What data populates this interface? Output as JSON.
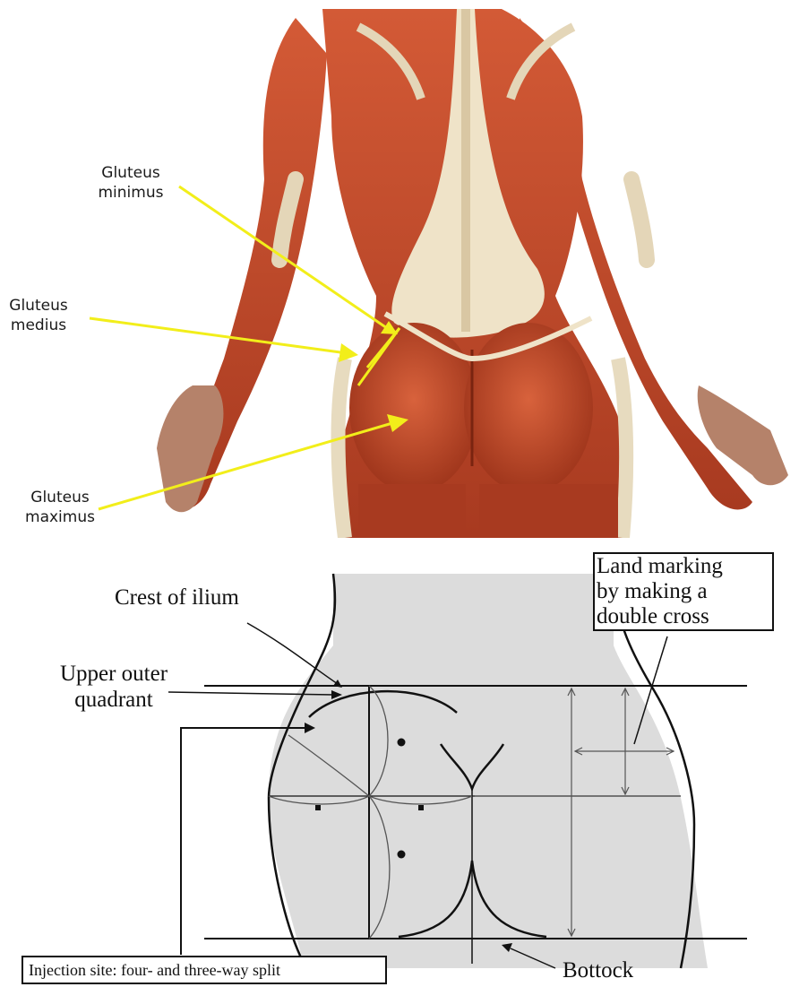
{
  "anatomy": {
    "labels": {
      "gluteus_minimus": [
        "Gluteus",
        "minimus"
      ],
      "gluteus_medius": [
        "Gluteus",
        "medius"
      ],
      "gluteus_maximus": [
        "Gluteus",
        "maximus"
      ]
    },
    "arrow_color": "#f2ee1a",
    "muscle_color": "#c4482a",
    "tendon_color": "#efe3c8"
  },
  "injection_diagram": {
    "crest_label": "Crest of ilium",
    "upper_outer_label": [
      "Upper outer",
      "quadrant"
    ],
    "land_marking_label": [
      "Land marking",
      "by making a",
      "double cross"
    ],
    "injection_site_label": "Injection site: four- and three-way split",
    "bottock_label": "Bottock",
    "fill_color": "#dcdcdc"
  }
}
